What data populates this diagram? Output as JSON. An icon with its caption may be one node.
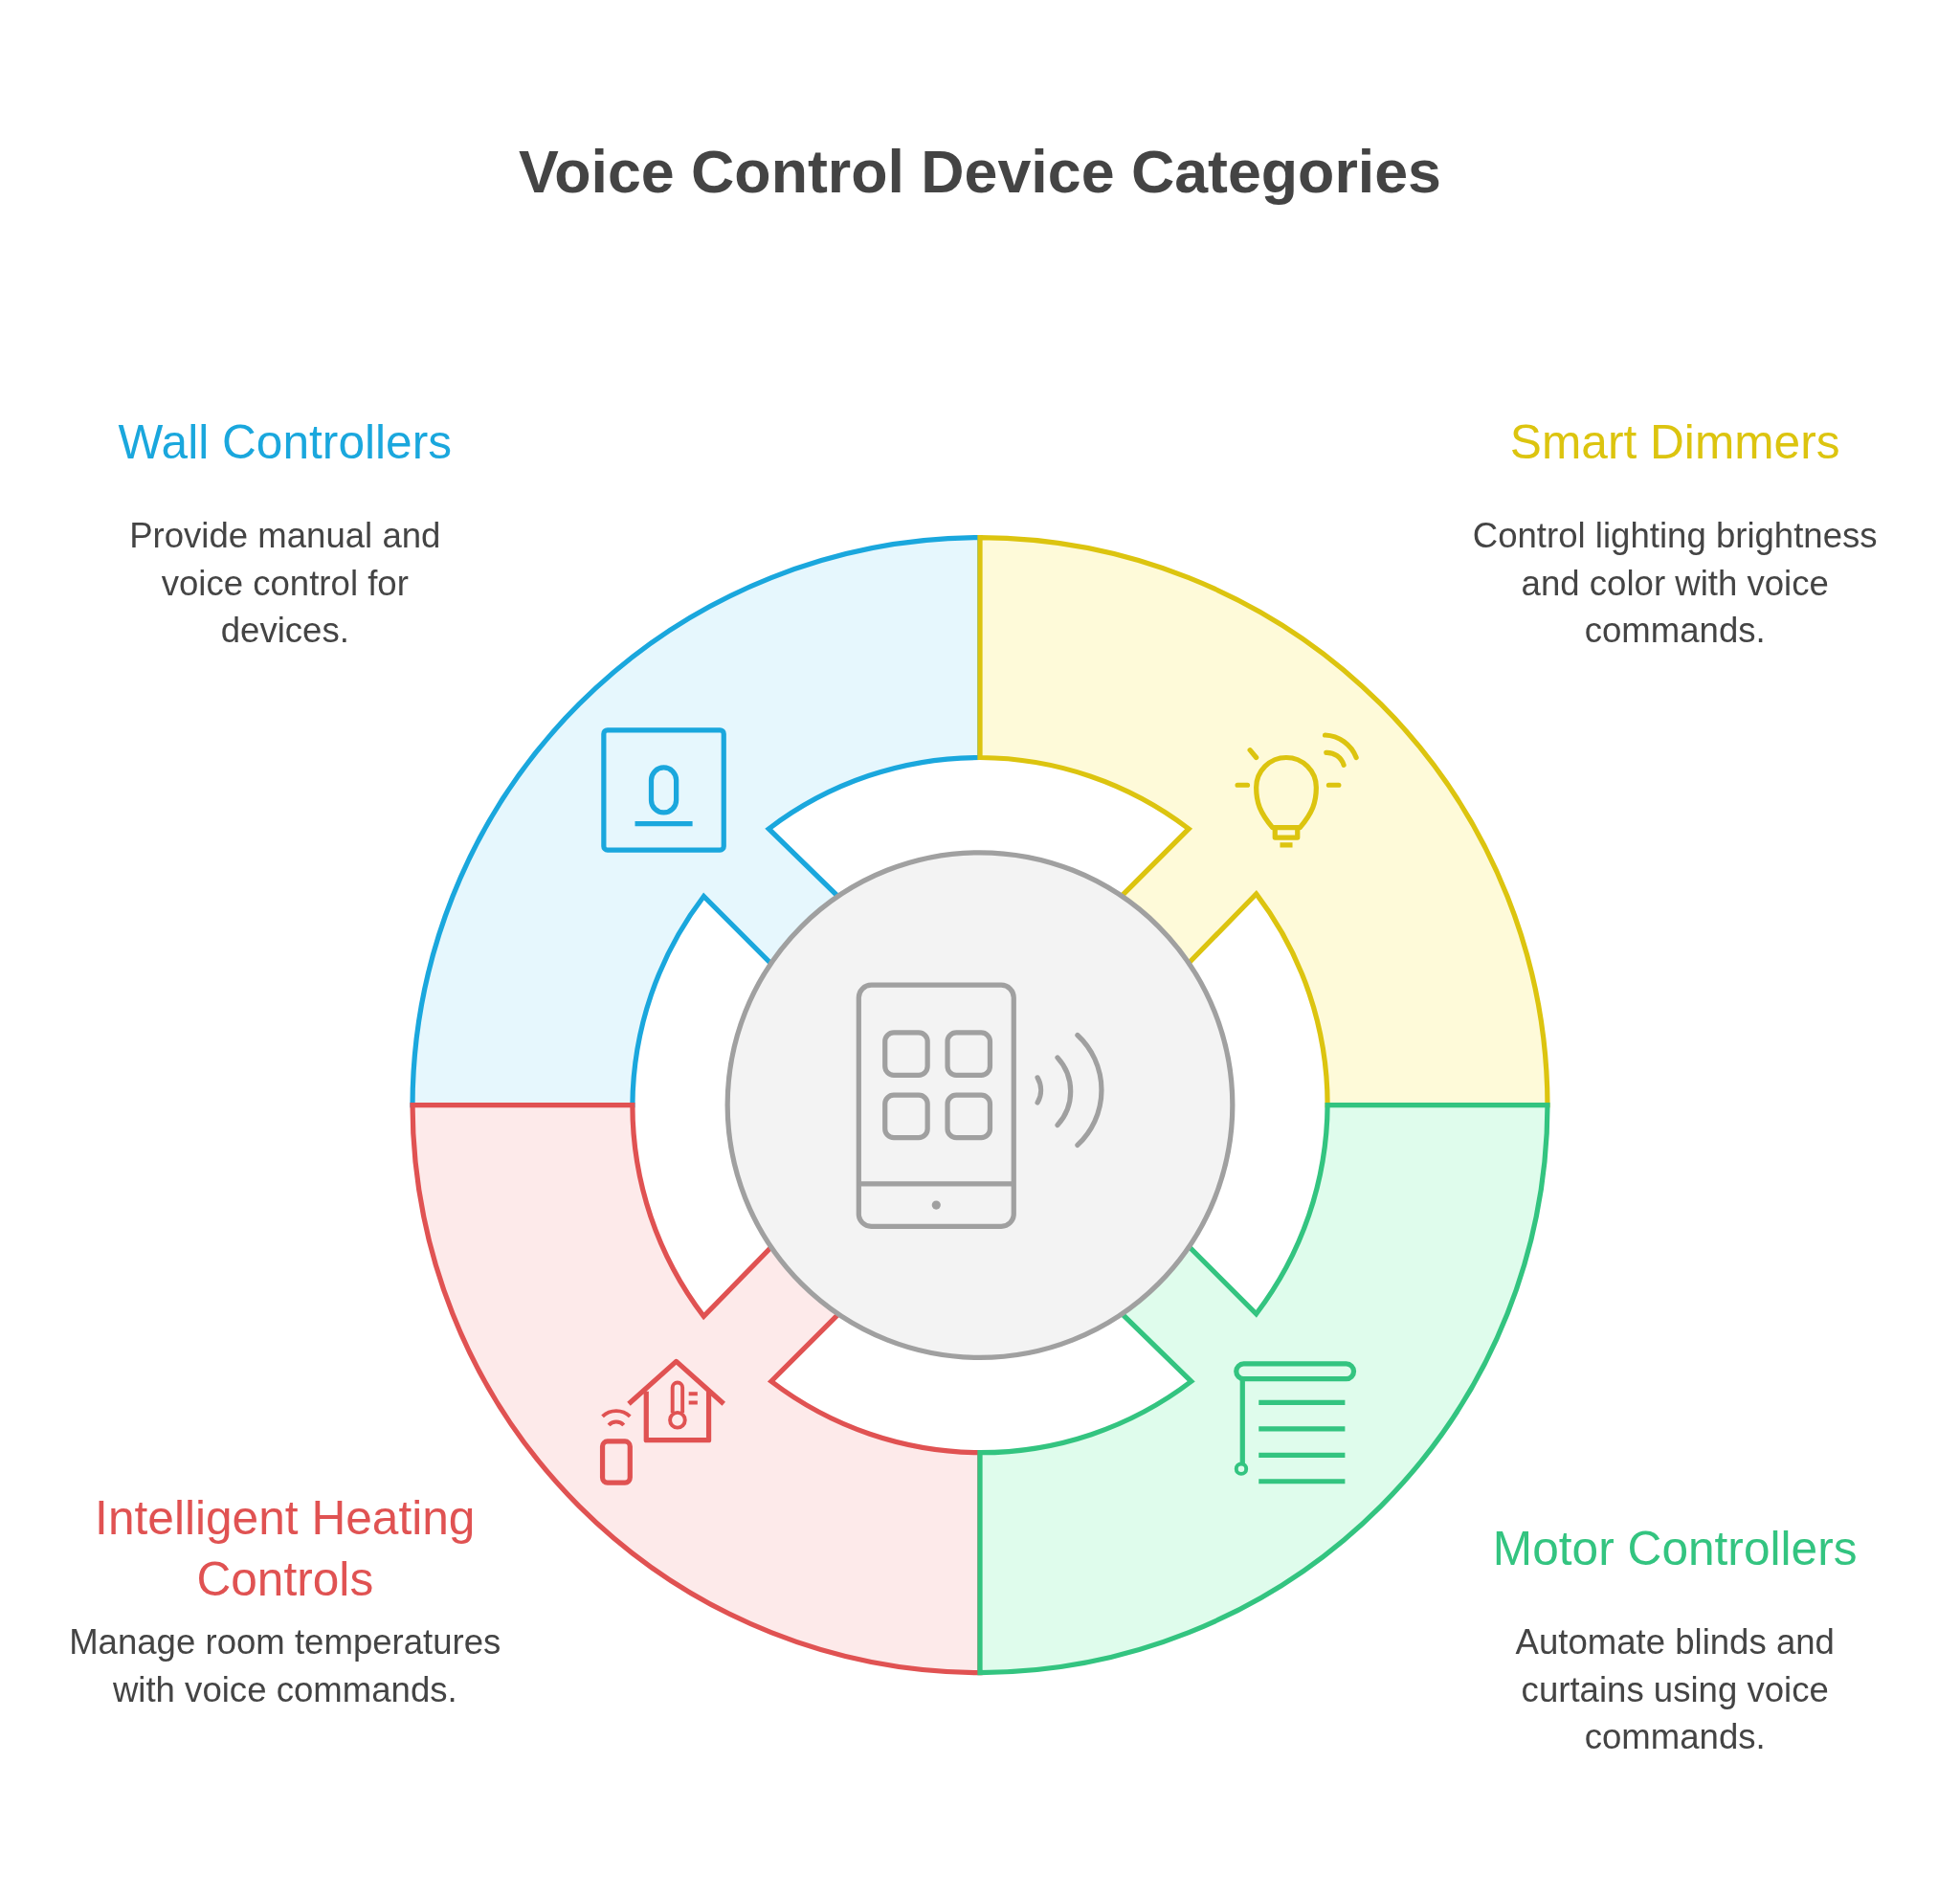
{
  "diagram": {
    "title": "Voice Control Device Categories",
    "nodes": [
      {
        "text": [],
        "shape": "sector",
        "beside": [
          "Wall Controllers",
          "Provide manual and voice control for devices."
        ]
      },
      {
        "text": [],
        "shape": "sector",
        "beside": [
          "Smart Dimmers",
          "Control lighting brightness and color with voice commands."
        ]
      },
      {
        "text": [],
        "shape": "circle"
      },
      {
        "text": [],
        "shape": "sector",
        "beside": [
          "Intelligent Heating Controls",
          "Manage room temperatures with voice commands."
        ]
      },
      {
        "text": [],
        "shape": "sector",
        "beside": [
          "Motor Controllers",
          "Automate blinds and curtains using voice commands."
        ]
      }
    ],
    "edges": []
  }
}
